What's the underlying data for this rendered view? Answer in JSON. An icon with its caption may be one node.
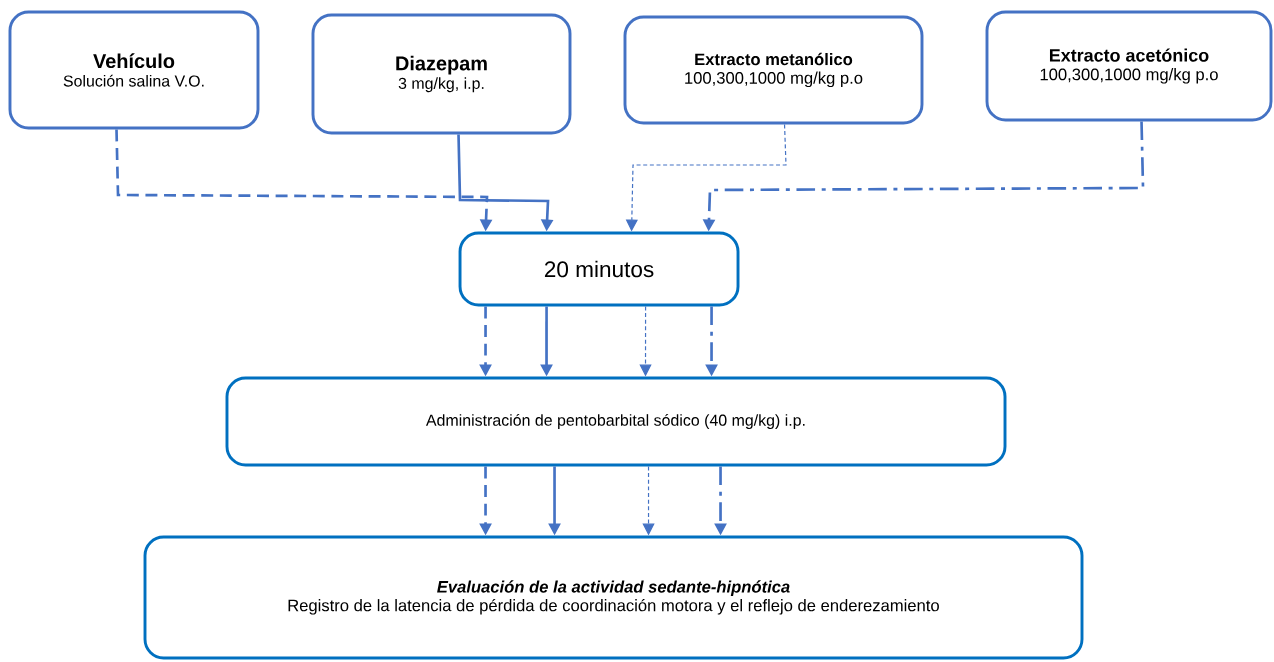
{
  "diagram": {
    "nodes": [
      {
        "text": [
          "Vehículo",
          "Solución salina V.O."
        ]
      },
      {
        "text": [
          "Diazepam",
          "3 mg/kg, i.p."
        ]
      },
      {
        "text": [
          "Extracto metanólico",
          "100,300,1000 mg/kg p.o"
        ]
      },
      {
        "text": [
          "Extracto acetónico",
          "100,300,1000 mg/kg p.o"
        ]
      },
      {
        "text": [
          "20 minutos"
        ]
      },
      {
        "text": [
          "Administración de pentobarbital sódico (40 mg/kg) i.p."
        ]
      },
      {
        "text": [
          "Evaluación de la actividad sedante-hipnótica",
          "Registro de la latencia de pérdida de coordinación motora y el reflejo de enderezamiento"
        ]
      }
    ],
    "edges": [
      {
        "from": 0,
        "to": 4,
        "arrow": "to",
        "style": "dashed"
      },
      {
        "from": 1,
        "to": 4,
        "arrow": "to"
      },
      {
        "from": 2,
        "to": 4,
        "arrow": "to",
        "style": "dashed"
      },
      {
        "from": 3,
        "to": 4,
        "arrow": "to",
        "style": "dashed"
      },
      {
        "from": 4,
        "to": 5,
        "arrow": "to",
        "style": "dashed"
      },
      {
        "from": 4,
        "to": 5,
        "arrow": "to"
      },
      {
        "from": 4,
        "to": 5,
        "arrow": "to",
        "style": "dashed"
      },
      {
        "from": 4,
        "to": 5,
        "arrow": "to",
        "style": "dashed"
      },
      {
        "from": 5,
        "to": 6,
        "arrow": "to",
        "style": "dashed"
      },
      {
        "from": 5,
        "to": 6,
        "arrow": "to"
      },
      {
        "from": 5,
        "to": 6,
        "arrow": "to",
        "style": "dashed"
      },
      {
        "from": 5,
        "to": 6,
        "arrow": "to",
        "style": "dashed"
      }
    ]
  }
}
